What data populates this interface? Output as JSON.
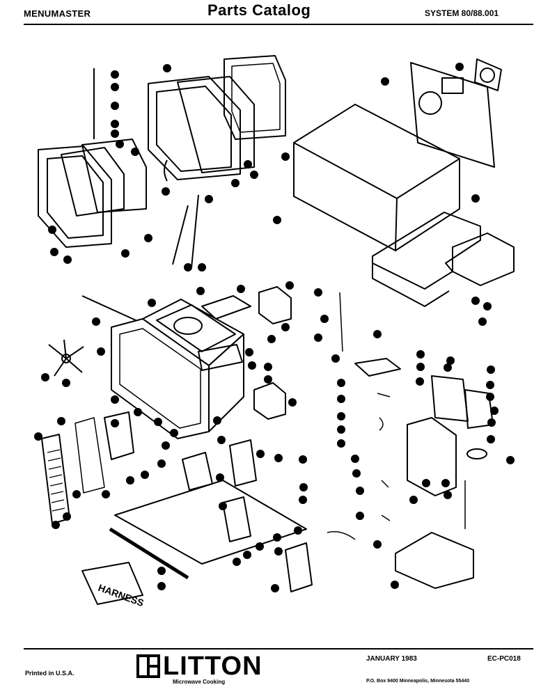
{
  "header": {
    "brand": "MENUMASTER",
    "title": "Parts  Catalog",
    "system": "SYSTEM 80/88.001"
  },
  "diagram": {
    "harness_label": "HARNESS"
  },
  "footer": {
    "printed": "Printed in U.S.A.",
    "logo_text": "LITTON",
    "logo_sub": "Microwave Cooking",
    "date": "JANUARY 1983",
    "code": "EC-PC018",
    "address": "P.O. Box 9400 Minneapolis, Minnesota 55440"
  }
}
